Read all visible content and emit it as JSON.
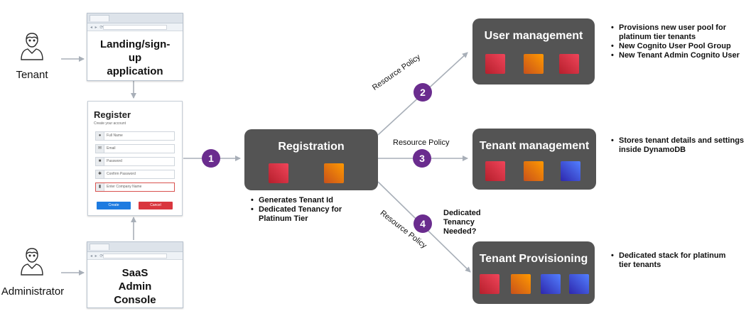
{
  "actors": {
    "tenant": "Tenant",
    "administrator": "Administrator"
  },
  "apps": {
    "landing": "Landing/sign-up application",
    "admin_console": "SaaS Admin Console"
  },
  "register_form": {
    "title": "Register",
    "subtitle": "Create your account",
    "fields": [
      "Full Name",
      "Email",
      "Password",
      "Confirm Password",
      "Enter Company Name"
    ],
    "create_label": "Create",
    "cancel_label": "Cancel"
  },
  "services": {
    "registration": {
      "name": "Registration",
      "icons": [
        "api-gateway-icon",
        "lambda-icon"
      ]
    },
    "user_management": {
      "name": "User management",
      "icons": [
        "api-gateway-icon",
        "lambda-icon",
        "cognito-icon"
      ]
    },
    "tenant_management": {
      "name": "Tenant management",
      "icons": [
        "api-gateway-icon",
        "lambda-icon",
        "dynamodb-icon"
      ]
    },
    "tenant_provisioning": {
      "name": "Tenant Provisioning",
      "icons": [
        "api-gateway-icon",
        "lambda-icon",
        "dynamodb-icon",
        "cloudformation-icon"
      ]
    }
  },
  "steps": [
    "1",
    "2",
    "3",
    "4"
  ],
  "edge_labels": {
    "to_user_mgmt": "Resource Policy",
    "to_tenant_mgmt": "Resource Policy",
    "to_provisioning": "Resource Policy",
    "condition": "Dedicated Tenancy Needed?"
  },
  "notes": {
    "registration": [
      "Generates Tenant Id",
      "Dedicated Tenancy for Platinum Tier"
    ],
    "user_management": [
      "Provisions new user pool for platinum tier tenants",
      "New Cognito User Pool Group",
      "New Tenant Admin Cognito User"
    ],
    "tenant_management": [
      "Stores tenant details and settings inside DynamoDB"
    ],
    "tenant_provisioning": [
      "Dedicated stack for platinum tier tenants"
    ]
  },
  "colors": {
    "service_box": "#545454",
    "step_badge": "#6a2c8e",
    "api_gateway": "#e7157b",
    "lambda": "#ff9900",
    "dynamodb": "#3b48cc",
    "connector": "#a8afb8"
  }
}
